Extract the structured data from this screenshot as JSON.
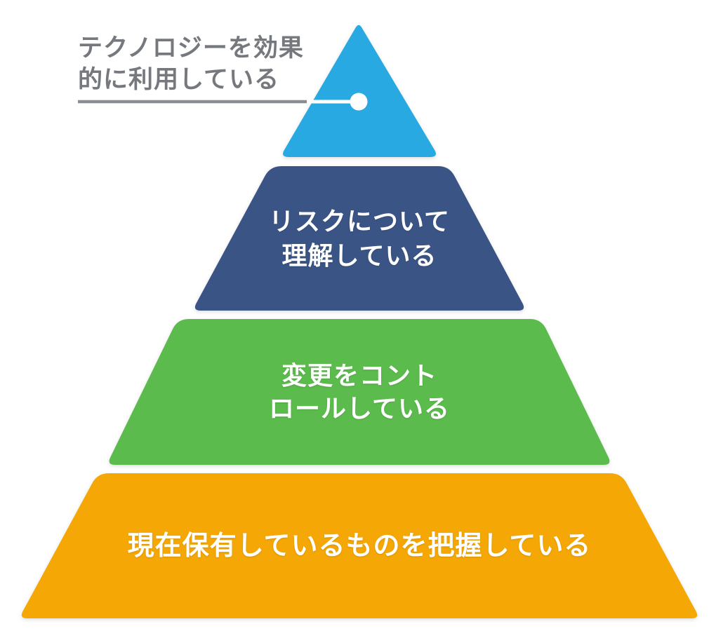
{
  "diagram": {
    "type": "pyramid",
    "background_color": "#ffffff",
    "level_text_color": "#ffffff"
  },
  "callout": {
    "label_lines": [
      "テクノロジーを効果",
      "的に利用している"
    ],
    "text_color": "#75787d",
    "underline_color": "#8a8d92",
    "connector_color": "#ffffff"
  },
  "levels": [
    {
      "name": "テクノロジーを効果的に利用している",
      "color": "#29a9e1",
      "label_placement": "external-callout"
    },
    {
      "name": "リスクについて理解している",
      "color": "#3a5485",
      "label_lines": [
        "リスクについて",
        "理解している"
      ],
      "label_placement": "inside"
    },
    {
      "name": "変更をコントロールしている",
      "color": "#5cbb4d",
      "label_lines": [
        "変更をコント",
        "ロールしている"
      ],
      "label_placement": "inside"
    },
    {
      "name": "現在保有しているものを把握している",
      "color": "#f4a705",
      "label_lines": [
        "現在保有しているものを把握している"
      ],
      "label_placement": "inside"
    }
  ]
}
